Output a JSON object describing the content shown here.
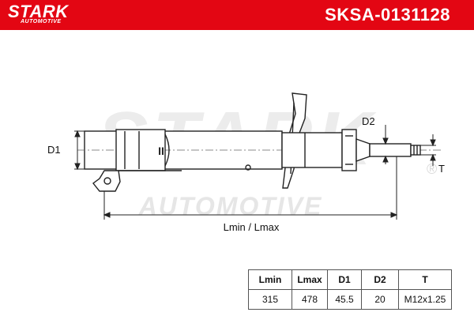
{
  "header": {
    "brand_name": "STARK",
    "brand_sub": "AUTOMOTIVE",
    "part_number": "SKSA-0131128",
    "background_color": "#e30613"
  },
  "drawing": {
    "watermark_brand": "STARK",
    "watermark_sub": "AUTOMOTIVE",
    "registered_mark": "®",
    "label_d1": "D1",
    "label_d2": "D2",
    "label_t": "T",
    "label_length": "Lmin / Lmax",
    "piston_mark": "II"
  },
  "specs": {
    "columns": [
      "Lmin",
      "Lmax",
      "D1",
      "D2",
      "T"
    ],
    "values": [
      "315",
      "478",
      "45.5",
      "20",
      "M12x1.25"
    ]
  }
}
